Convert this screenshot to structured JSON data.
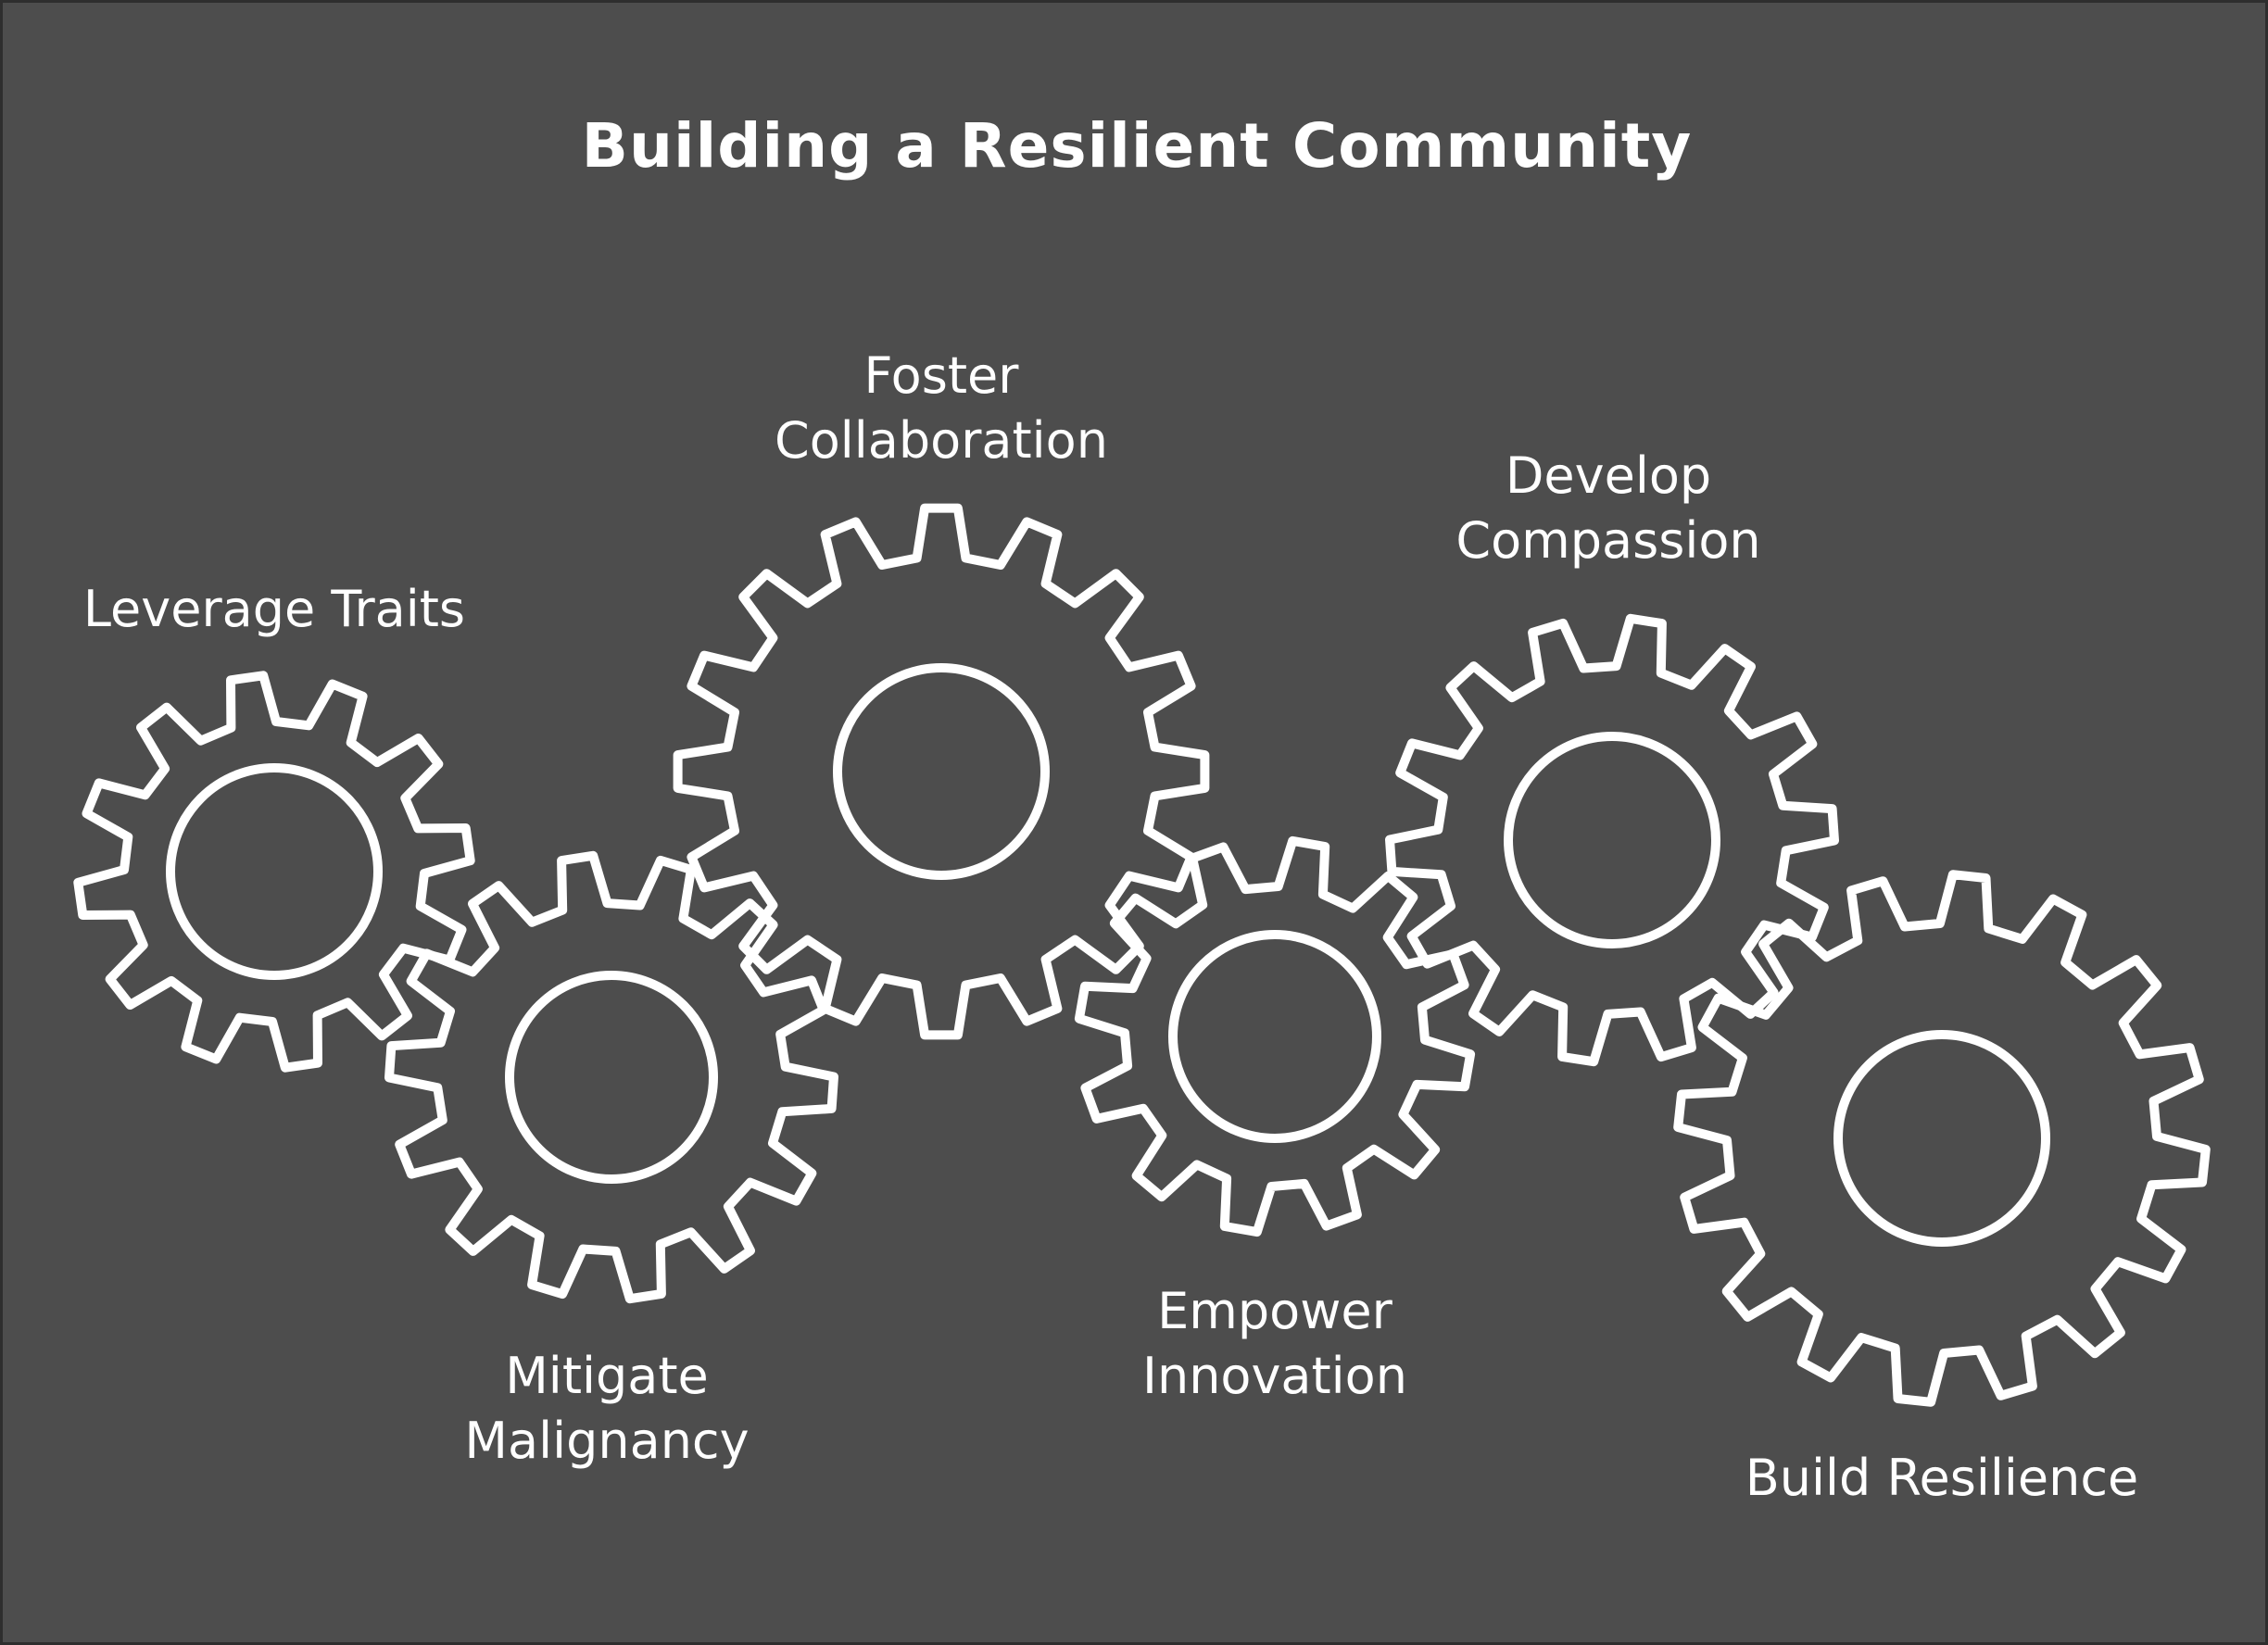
{
  "title": "Building a Resilient Community",
  "colors": {
    "background": "#4d4d4d",
    "stroke": "#ffffff",
    "border": "#2e2e2e"
  },
  "gears": [
    {
      "id": "leverage-traits",
      "lines": [
        "Leverage Traits"
      ]
    },
    {
      "id": "mitigate-malignancy",
      "lines": [
        "Mitigate",
        "Malignancy"
      ]
    },
    {
      "id": "foster-collaboration",
      "lines": [
        "Foster",
        "Collaboration"
      ]
    },
    {
      "id": "empower-innovation",
      "lines": [
        "Empower",
        "Innovation"
      ]
    },
    {
      "id": "develop-compassion",
      "lines": [
        "Develop",
        "Compassion"
      ]
    },
    {
      "id": "build-resilience",
      "lines": [
        "Build Resilience"
      ]
    }
  ]
}
